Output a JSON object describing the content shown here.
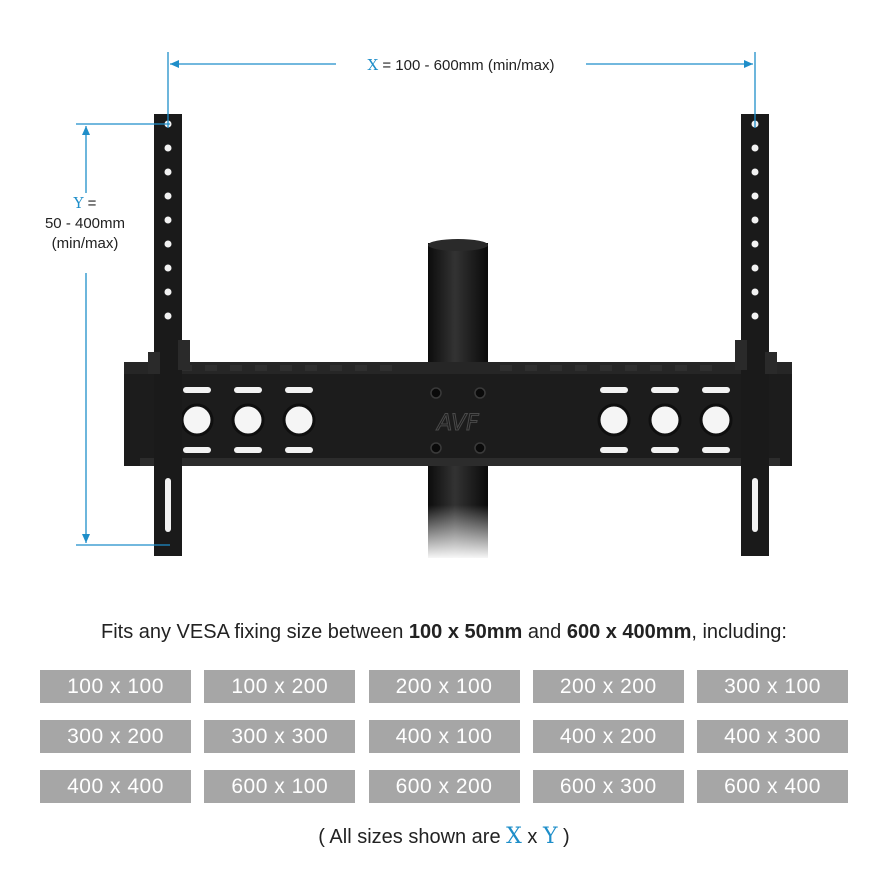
{
  "dimensions": {
    "x_letter": "X",
    "x_text": "= 100 - 600mm (min/max)",
    "y_letter": "Y",
    "y_eq": "=",
    "y_range": "50 - 400mm",
    "y_minmax": "(min/max)"
  },
  "product": {
    "logo": "AVF"
  },
  "headline": {
    "prefix": "Fits any VESA fixing size between ",
    "min_size": "100 x 50mm",
    "mid": " and ",
    "max_size": "600 x 400mm",
    "suffix": ", including:"
  },
  "sizes": [
    "100 x 100",
    "100 x 200",
    "200 x 100",
    "200 x 200",
    "300 x 100",
    "300 x 200",
    "300 x 300",
    "400 x 100",
    "400 x 200",
    "400 x 300",
    "400 x 400",
    "600 x 100",
    "600 x 200",
    "600 x 300",
    "600 x 400"
  ],
  "footnote": {
    "open": "( All sizes shown are ",
    "x_letter": "X",
    "times": " x ",
    "y_letter": "Y",
    "close": " )"
  },
  "colors": {
    "accent": "#1e8ec9",
    "chip": "#a6a6a6",
    "bracket": "#1b1b1b"
  }
}
